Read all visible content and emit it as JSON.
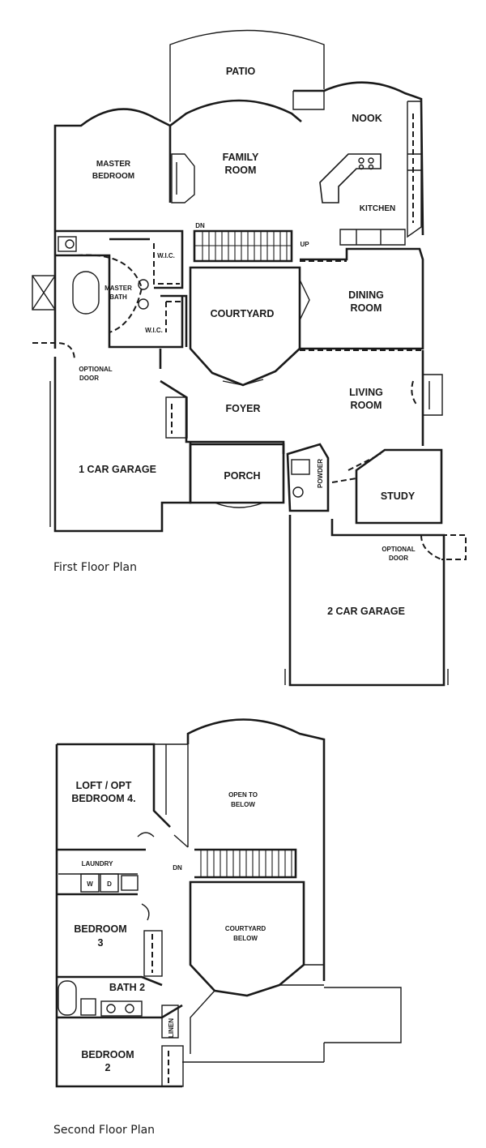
{
  "first_floor": {
    "caption": "First Floor Plan",
    "rooms": {
      "patio": "PATIO",
      "nook": "NOOK",
      "master_bedroom_1": "MASTER",
      "master_bedroom_2": "BEDROOM",
      "family_room_1": "FAMILY",
      "family_room_2": "ROOM",
      "kitchen": "KITCHEN",
      "dn": "DN",
      "up": "UP",
      "wic_top": "W.I.C.",
      "master_bath_1": "MASTER",
      "master_bath_2": "BATH",
      "wic_bottom": "W.I.C.",
      "courtyard": "COURTYARD",
      "dining_room_1": "DINING",
      "dining_room_2": "ROOM",
      "optional_door_left_1": "OPTIONAL",
      "optional_door_left_2": "DOOR",
      "living_room_1": "LIVING",
      "living_room_2": "ROOM",
      "foyer": "FOYER",
      "one_car_garage": "1 CAR GARAGE",
      "porch": "PORCH",
      "powder": "POWDER",
      "study": "STUDY",
      "optional_door_right_1": "OPTIONAL",
      "optional_door_right_2": "DOOR",
      "two_car_garage": "2 CAR GARAGE"
    }
  },
  "second_floor": {
    "caption": "Second Floor Plan",
    "rooms": {
      "loft_1": "LOFT / OPT",
      "loft_2": "BEDROOM 4.",
      "open_below_1": "OPEN TO",
      "open_below_2": "BELOW",
      "laundry": "LAUNDRY",
      "washer": "W",
      "dryer": "D",
      "dn": "DN",
      "bedroom3_1": "BEDROOM",
      "bedroom3_2": "3",
      "courtyard_below_1": "COURTYARD",
      "courtyard_below_2": "BELOW",
      "bath2": "BATH 2",
      "linen": "LINEN",
      "bedroom2_1": "BEDROOM",
      "bedroom2_2": "2"
    }
  }
}
